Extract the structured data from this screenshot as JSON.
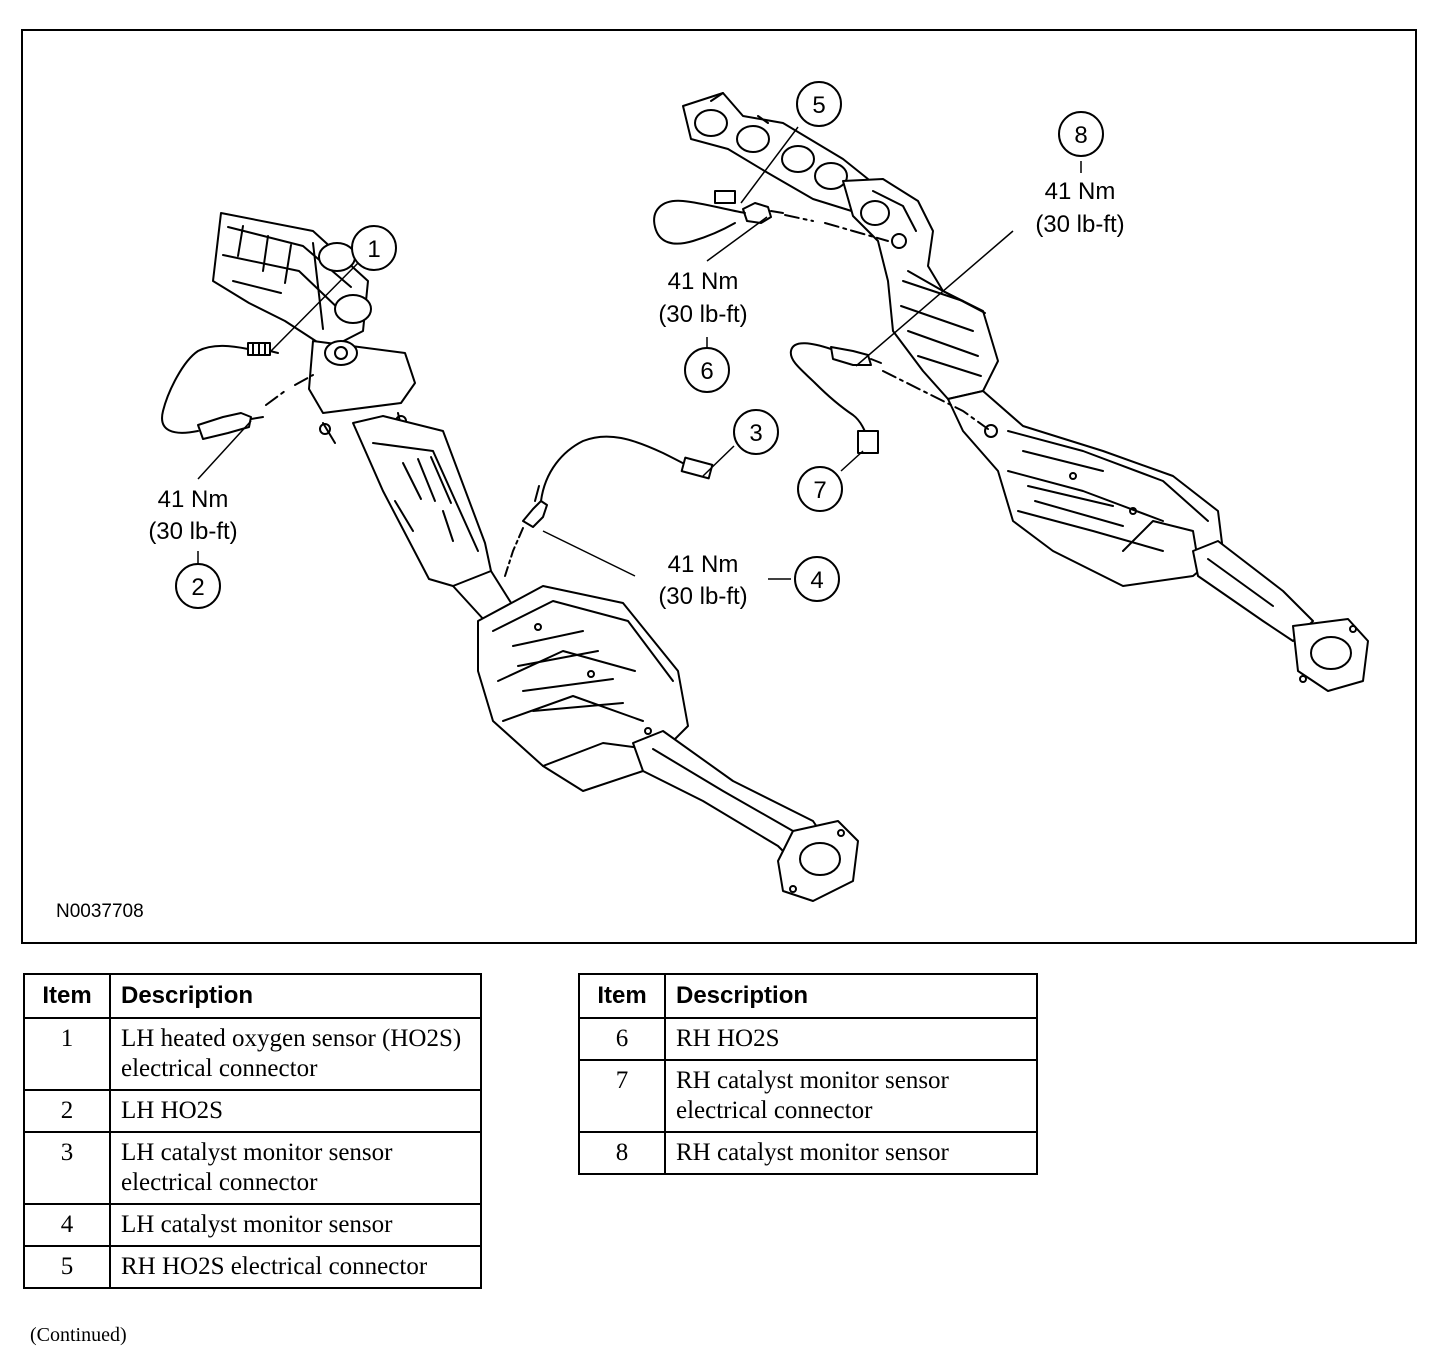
{
  "figure": {
    "figure_id": "N0037708",
    "callouts": [
      "1",
      "2",
      "3",
      "4",
      "5",
      "6",
      "7",
      "8"
    ],
    "torque_primary": "41 Nm",
    "torque_secondary": "(30 lb-ft)"
  },
  "legend": {
    "header_item": "Item",
    "header_description": "Description",
    "left_rows": [
      {
        "item": "1",
        "description": "LH heated oxygen sensor (HO2S) electrical connector"
      },
      {
        "item": "2",
        "description": "LH HO2S"
      },
      {
        "item": "3",
        "description": "LH catalyst monitor sensor electrical connector"
      },
      {
        "item": "4",
        "description": "LH catalyst monitor sensor"
      },
      {
        "item": "5",
        "description": "RH HO2S electrical connector"
      }
    ],
    "right_rows": [
      {
        "item": "6",
        "description": "RH HO2S"
      },
      {
        "item": "7",
        "description": "RH catalyst monitor sensor electrical connector"
      },
      {
        "item": "8",
        "description": "RH catalyst monitor sensor"
      }
    ]
  },
  "footer": {
    "continued": "(Continued)"
  }
}
